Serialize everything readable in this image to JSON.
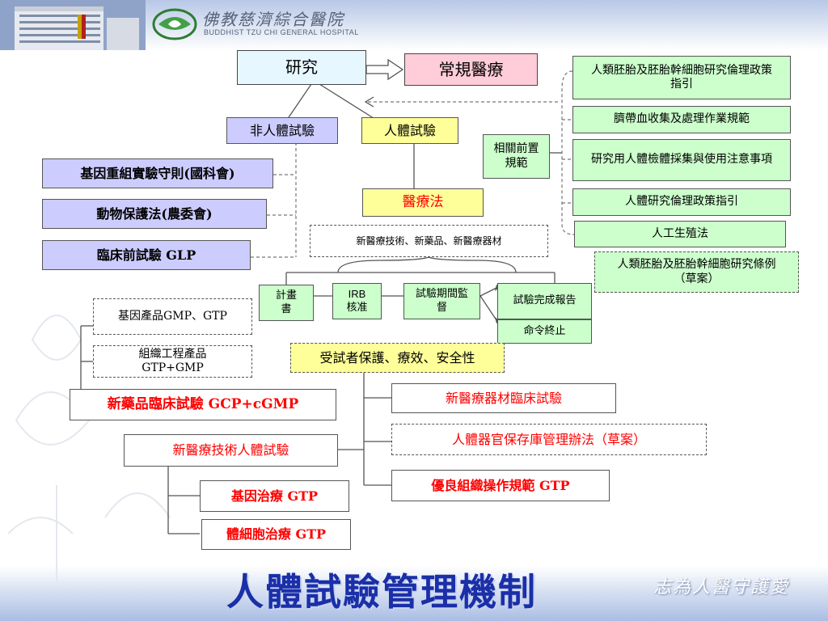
{
  "header": {
    "hospital_name": "佛教慈濟綜合醫院",
    "hospital_name_en": "BUDDHIST TZU CHI GENERAL HOSPITAL",
    "slogan": "志為人醫守護愛"
  },
  "title": "人體試驗管理機制",
  "nodes": {
    "research": "研究",
    "routine_care": "常規醫療",
    "non_human_trial": "非人體試驗",
    "human_trial": "人體試驗",
    "gene_recomb": "基因重組實驗守則(國科會)",
    "animal_protect": "動物保護法(農委會)",
    "preclinical": "臨床前試驗 GLP",
    "medical_law": "醫療法",
    "new_tech_drug_device": "新醫療技術、新藥品、新醫療器材",
    "related_regs": "相關前置規範",
    "reg_stem_cell_policy": "人類胚胎及胚胎幹細胞研究倫理政策指引",
    "reg_cord_blood": "臍帶血收集及處理作業規範",
    "reg_specimen": "研究用人體檢體採集與使用注意事項",
    "reg_ethics": "人體研究倫理政策指引",
    "reg_reproduction": "人工生殖法",
    "reg_stem_cell_draft": "人類胚胎及胚胎幹細胞研究條例（草案）",
    "plan": "計畫書",
    "irb_1": "IRB",
    "irb_2": "核准",
    "monitoring": "試驗期間監督",
    "completion_report": "試驗完成報告",
    "order_terminate": "命令終止",
    "subject_protection": "受試者保護、療效、安全性",
    "gene_product": "基因產品GMP、GTP",
    "tissue_product": "組織工程產品GTP+GMP",
    "new_drug_trial": "新藥品臨床試驗 GCP+cGMP",
    "new_device_trial": "新醫療器材臨床試驗",
    "organ_bank": "人體器官保存庫管理辦法（草案）",
    "new_tech_trial": "新醫療技術人體試驗",
    "gtp_practice": "優良組織操作規範 GTP",
    "gene_therapy": "基因治療 GTP",
    "cell_therapy": "體細胞治療 GTP"
  },
  "colors": {
    "accent_red": "#ff0000",
    "title_blue": "#1a2fa8",
    "lavender": "#ccccff",
    "yellow": "#ffff99",
    "green": "#ccffcc",
    "pink": "#ffccd9"
  }
}
